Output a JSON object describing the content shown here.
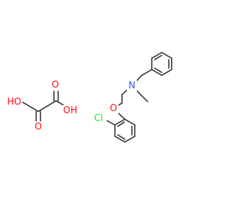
{
  "molecule": {
    "atom_labels": {
      "oxalic_ho_left": "HO",
      "oxalic_o_top": "O",
      "oxalic_o_bottom": "O",
      "oxalic_oh_right": "OH",
      "ether_o": "O",
      "amine_n": "N",
      "chloro_cl": "Cl"
    },
    "colors": {
      "bond": "#3d3d3d",
      "oxygen": "#ff0d0d",
      "nitrogen": "#3050f8",
      "chlorine": "#1ff01f"
    }
  }
}
